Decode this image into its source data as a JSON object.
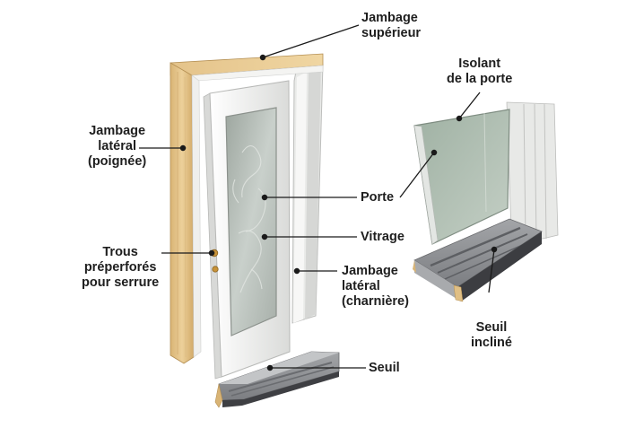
{
  "labels": {
    "jambage_superieur": [
      "Jambage",
      "supérieur"
    ],
    "isolant": [
      "Isolant",
      "de la porte"
    ],
    "jambage_poignee": [
      "Jambage",
      "latéral",
      "(poignée)"
    ],
    "porte": "Porte",
    "vitrage": "Vitrage",
    "trous": [
      "Trous",
      "préperforés",
      "pour serrure"
    ],
    "jambage_charniere": [
      "Jambage",
      "latéral",
      "(charnière)"
    ],
    "seuil_incline": [
      "Seuil",
      "incliné"
    ],
    "seuil": "Seuil"
  },
  "colors": {
    "wood": "#e8c98c",
    "wood_dark": "#b99659",
    "frame_white": "#f4f4f2",
    "frame_shadow": "#cfd0cf",
    "glass": "#b9c3bd",
    "insulation_glass": "#aab9ae",
    "sill_gray": "#8d8f93",
    "sill_dark": "#4c4d51",
    "leader_line": "#1a1a1a",
    "text": "#1e1e1e"
  }
}
